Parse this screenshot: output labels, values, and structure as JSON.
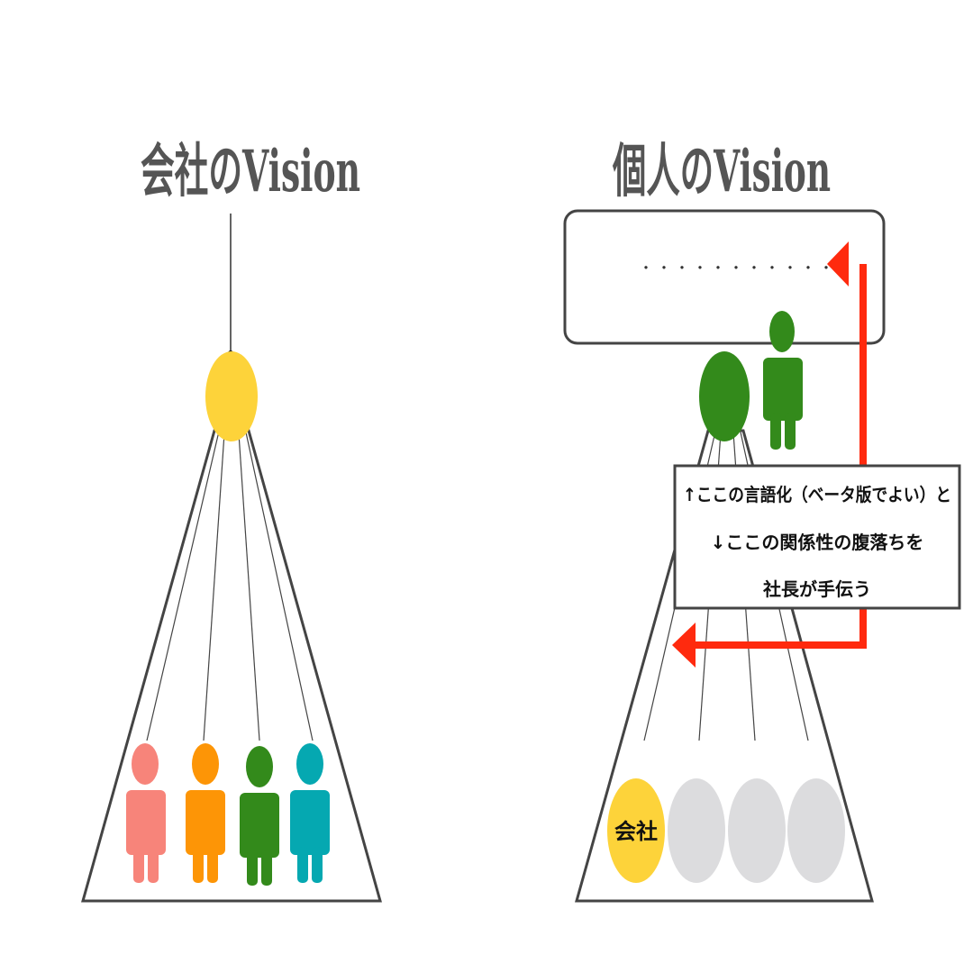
{
  "left_panel": {
    "title": "会社のVision",
    "vision_color": "#FDD33A",
    "people": [
      {
        "color": "#F7847A"
      },
      {
        "color": "#FD9506"
      },
      {
        "color": "#338A1B"
      },
      {
        "color": "#05A8B1"
      }
    ]
  },
  "right_panel": {
    "title": "個人のVision",
    "vision_box_text": "・・・・・・・・・・・",
    "vision_color": "#338A1B",
    "person_color": "#338A1B",
    "company_badge": {
      "label": "会社",
      "color": "#FDD33A"
    },
    "other_circle_color": "#DCDCDE",
    "note": {
      "line1": "↑ここの言語化（ベータ版でよい）と",
      "line2": "↓ここの関係性の腹落ちを",
      "line3": "社長が手伝う"
    },
    "arrow_color": "#FF2A0E"
  }
}
